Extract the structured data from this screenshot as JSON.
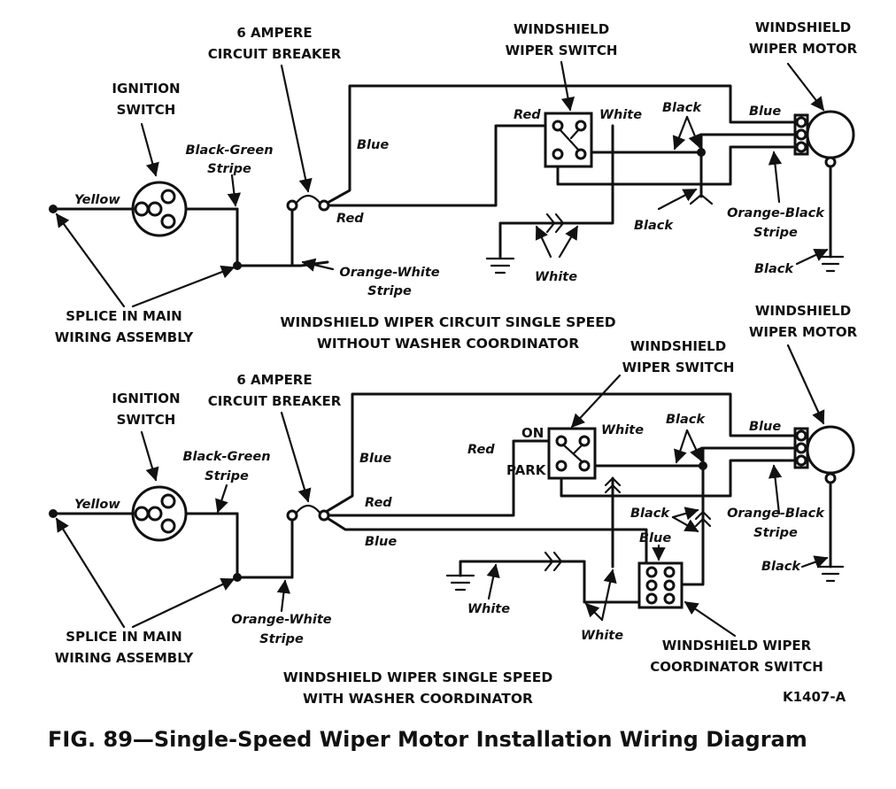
{
  "top": {
    "ignition_switch": [
      "IGNITION",
      "SWITCH"
    ],
    "circuit_breaker": [
      "6 AMPERE",
      "CIRCUIT BREAKER"
    ],
    "wiper_switch": [
      "WINDSHIELD",
      "WIPER SWITCH"
    ],
    "wiper_motor": [
      "WINDSHIELD",
      "WIPER MOTOR"
    ],
    "splice": [
      "SPLICE IN MAIN",
      "WIRING ASSEMBLY"
    ],
    "caption": [
      "WINDSHIELD WIPER CIRCUIT SINGLE SPEED",
      "WITHOUT WASHER COORDINATOR"
    ],
    "wires": {
      "yellow": "Yellow",
      "black_green": [
        "Black-Green",
        "Stripe"
      ],
      "blue_1": "Blue",
      "blue_2": "Blue",
      "red_1": "Red",
      "red_2": "Red",
      "white_1": "White",
      "white_2": "White",
      "black_1": "Black",
      "black_2": "Black",
      "black_3": "Black",
      "orange_white": [
        "Orange-White",
        "Stripe"
      ],
      "orange_black": [
        "Orange-Black",
        "Stripe"
      ]
    }
  },
  "bottom": {
    "ignition_switch": [
      "IGNITION",
      "SWITCH"
    ],
    "circuit_breaker": [
      "6 AMPERE",
      "CIRCUIT BREAKER"
    ],
    "wiper_switch": [
      "WINDSHIELD",
      "WIPER SWITCH"
    ],
    "wiper_motor": [
      "WINDSHIELD",
      "WIPER MOTOR"
    ],
    "coordinator_switch": [
      "WINDSHIELD WIPER",
      "COORDINATOR SWITCH"
    ],
    "splice": [
      "SPLICE IN MAIN",
      "WIRING ASSEMBLY"
    ],
    "caption": [
      "WINDSHIELD WIPER  SINGLE SPEED",
      "WITH WASHER COORDINATOR"
    ],
    "switch_on": "ON",
    "switch_park": "PARK",
    "wires": {
      "yellow": "Yellow",
      "black_green": [
        "Black-Green",
        "Stripe"
      ],
      "blue_1": "Blue",
      "blue_2": "Blue",
      "blue_3": "Blue",
      "blue_4": "Blue",
      "red_1": "Red",
      "red_2": "Red",
      "white_1": "White",
      "white_2": "White",
      "white_3": "White",
      "black_1": "Black",
      "black_2": "Black",
      "black_3": "Black",
      "orange_white": [
        "Orange-White",
        "Stripe"
      ],
      "orange_black": [
        "Orange-Black",
        "Stripe"
      ]
    }
  },
  "code": "K1407-A",
  "figure_title": "FIG. 89—Single-Speed Wiper Motor Installation Wiring Diagram"
}
